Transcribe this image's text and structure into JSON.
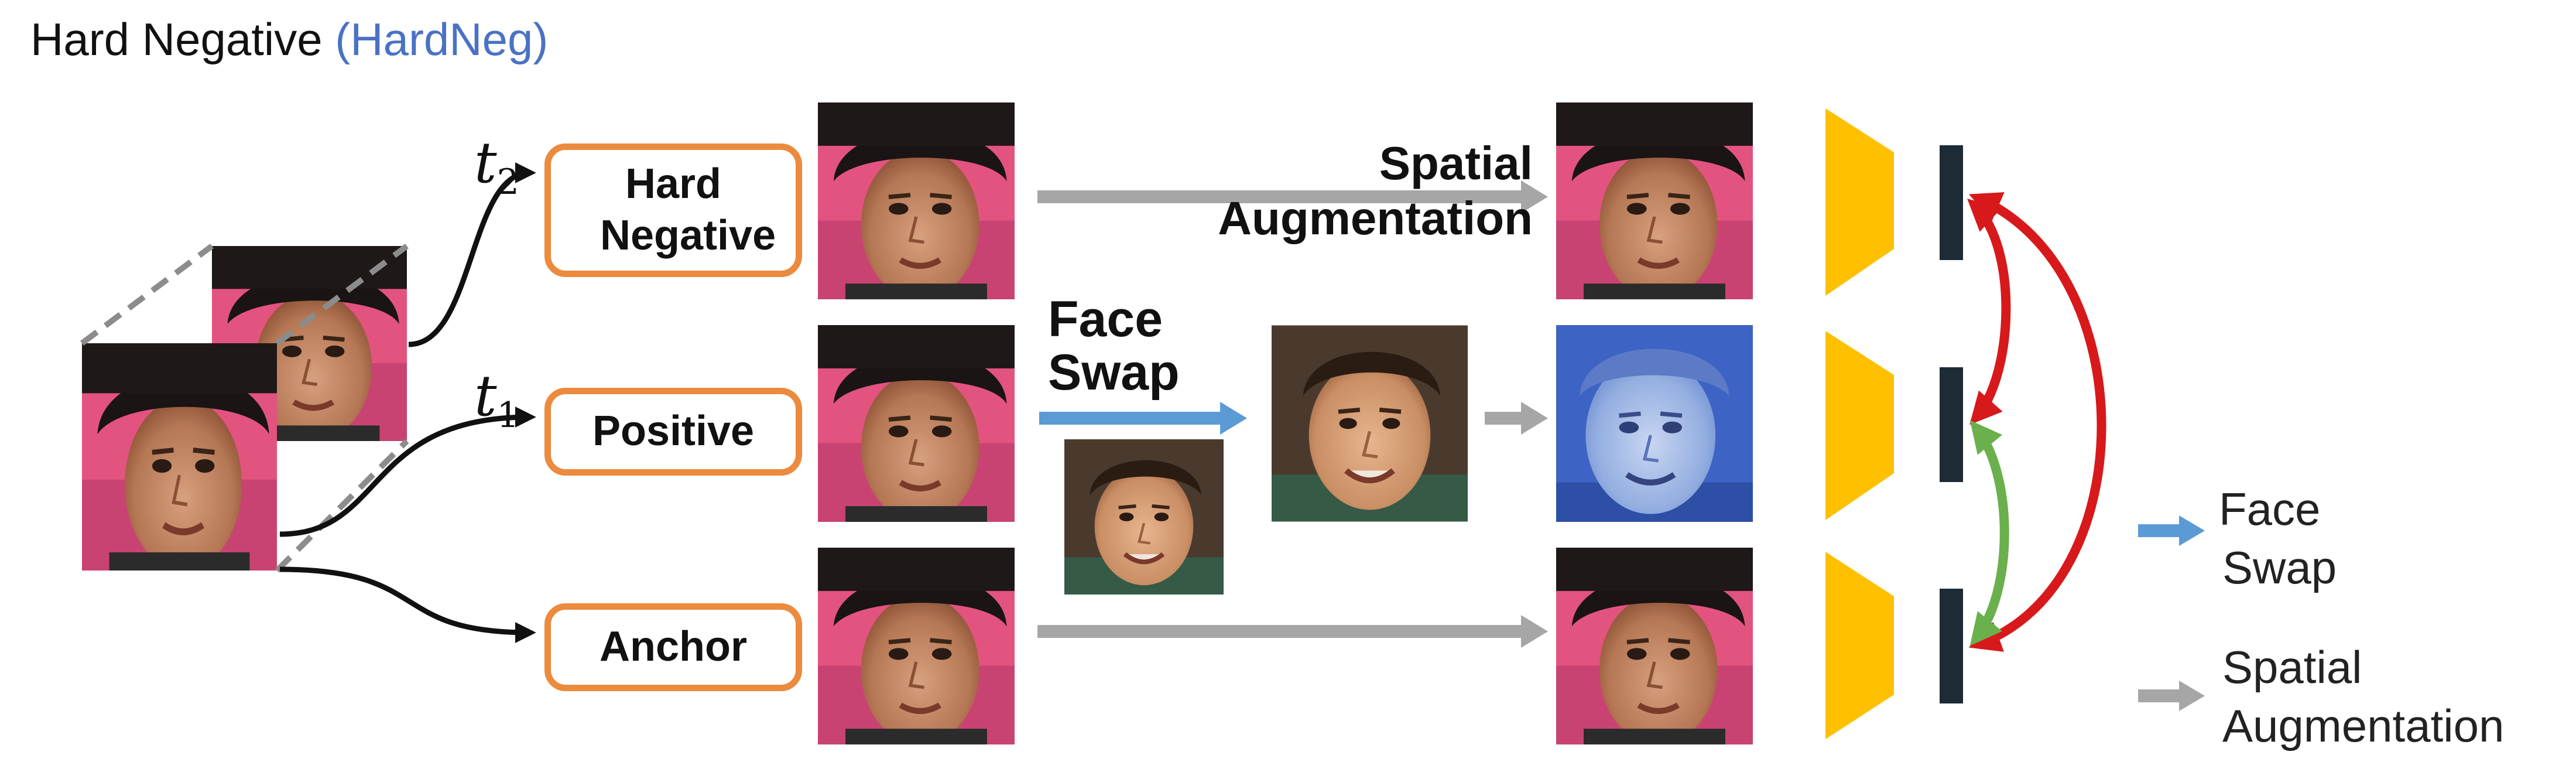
{
  "title": {
    "main": "Hard Negative",
    "abbr": "(HardNeg)"
  },
  "nodes": {
    "hard_negative": "Hard Negative",
    "positive": "Positive",
    "anchor": "Anchor"
  },
  "transforms": {
    "t2": "t",
    "t2_sub": "2",
    "t1": "t",
    "t1_sub": "1"
  },
  "labels": {
    "spatial_line1": "Spatial",
    "spatial_line2": "Augmentation",
    "face_swap_line1": "Face",
    "face_swap_line2": "Swap"
  },
  "legend": {
    "face_swap_line1": "Face",
    "face_swap_line2": "Swap",
    "spatial_line1": "Spatial",
    "spatial_line2": "Augmentation"
  },
  "colors": {
    "node_border": "#ec8a3d",
    "face_swap_arrow": "#5b9bd5",
    "spatial_arrow": "#a6a6a6",
    "encoder": "#ffc000",
    "embedding": "#1c2b36",
    "negative_pair": "#d7191c",
    "positive_pair": "#6ab04c",
    "title_accent": "#4a72c4"
  },
  "icons": {
    "source_frames": "face-frame-stack-icon",
    "encoder": "trapezoid-encoder-icon",
    "embedding": "embedding-bar-icon"
  }
}
